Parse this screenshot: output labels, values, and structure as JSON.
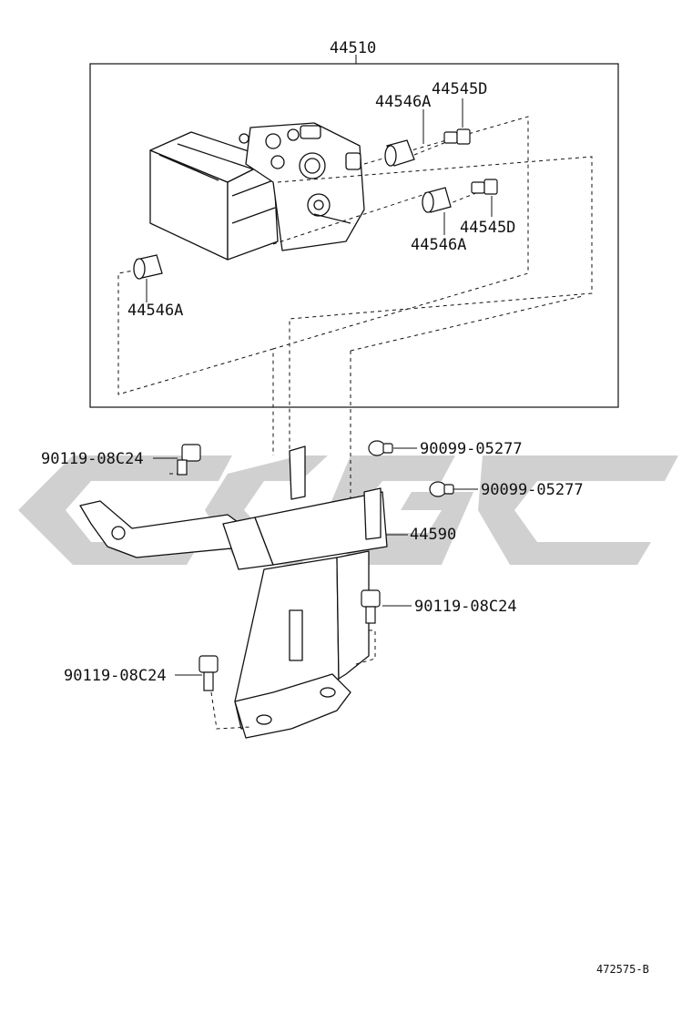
{
  "diagram_id": "472575-B",
  "assembly_label": "44510",
  "labels": {
    "cushion_a_top": "44546A",
    "cushion_a_mid": "44546A",
    "cushion_a_left": "44546A",
    "bolt_d_top": "44545D",
    "bolt_d_mid": "44545D",
    "bracket": "44590",
    "nut_upper": "90099-05277",
    "nut_lower": "90099-05277",
    "bolt_left_upper": "90119-08C24",
    "bolt_right_lower": "90119-08C24",
    "bolt_left_lower": "90119-08C24"
  },
  "icons": {
    "abs_actuator": "abs-actuator-icon",
    "cushion": "cylinder-cushion-icon",
    "bolt": "hex-bolt-icon",
    "nut": "flange-nut-icon",
    "bracket": "mounting-bracket-icon"
  },
  "colors": {
    "line": "#111111",
    "watermark": "#c8c8c8"
  }
}
